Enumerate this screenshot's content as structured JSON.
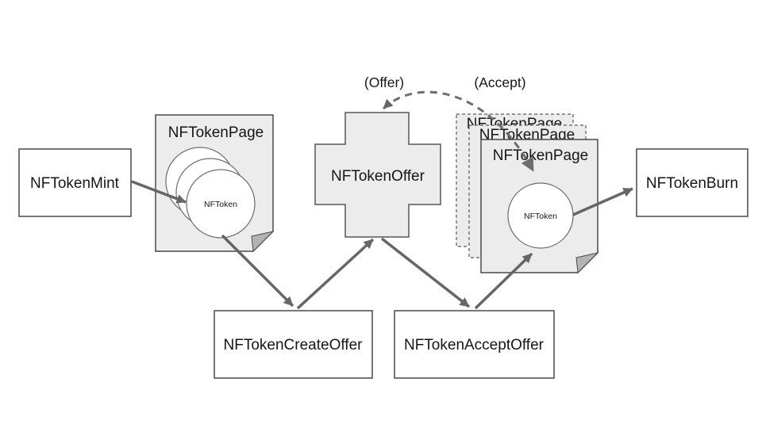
{
  "nodes": {
    "mint": {
      "label": "NFTokenMint"
    },
    "page_left": {
      "title": "NFTokenPage",
      "token": "NFToken"
    },
    "offer": {
      "label": "NFTokenOffer"
    },
    "pages_right": {
      "back_title_1": "NFTokenPage",
      "back_title_2": "NFTokenPage",
      "front_title": "NFTokenPage",
      "token": "NFToken"
    },
    "create_offer": {
      "label": "NFTokenCreateOffer"
    },
    "accept_offer": {
      "label": "NFTokenAcceptOffer"
    },
    "burn": {
      "label": "NFTokenBurn"
    }
  },
  "annotations": {
    "offer_flow": "(Offer)",
    "accept_flow": "(Accept)"
  },
  "colors": {
    "background": "#ffffff",
    "page_fill": "#ececec",
    "shape_fill": "#ececec",
    "box_fill": "#ffffff",
    "box_border": "#494949",
    "page_border": "#4a4a4a",
    "circle_border": "#6b6b6b",
    "fold_fill": "#b3b3b3",
    "arrow": "#666666",
    "dashed_arrow": "#6e6e6e",
    "text": "#161616"
  }
}
